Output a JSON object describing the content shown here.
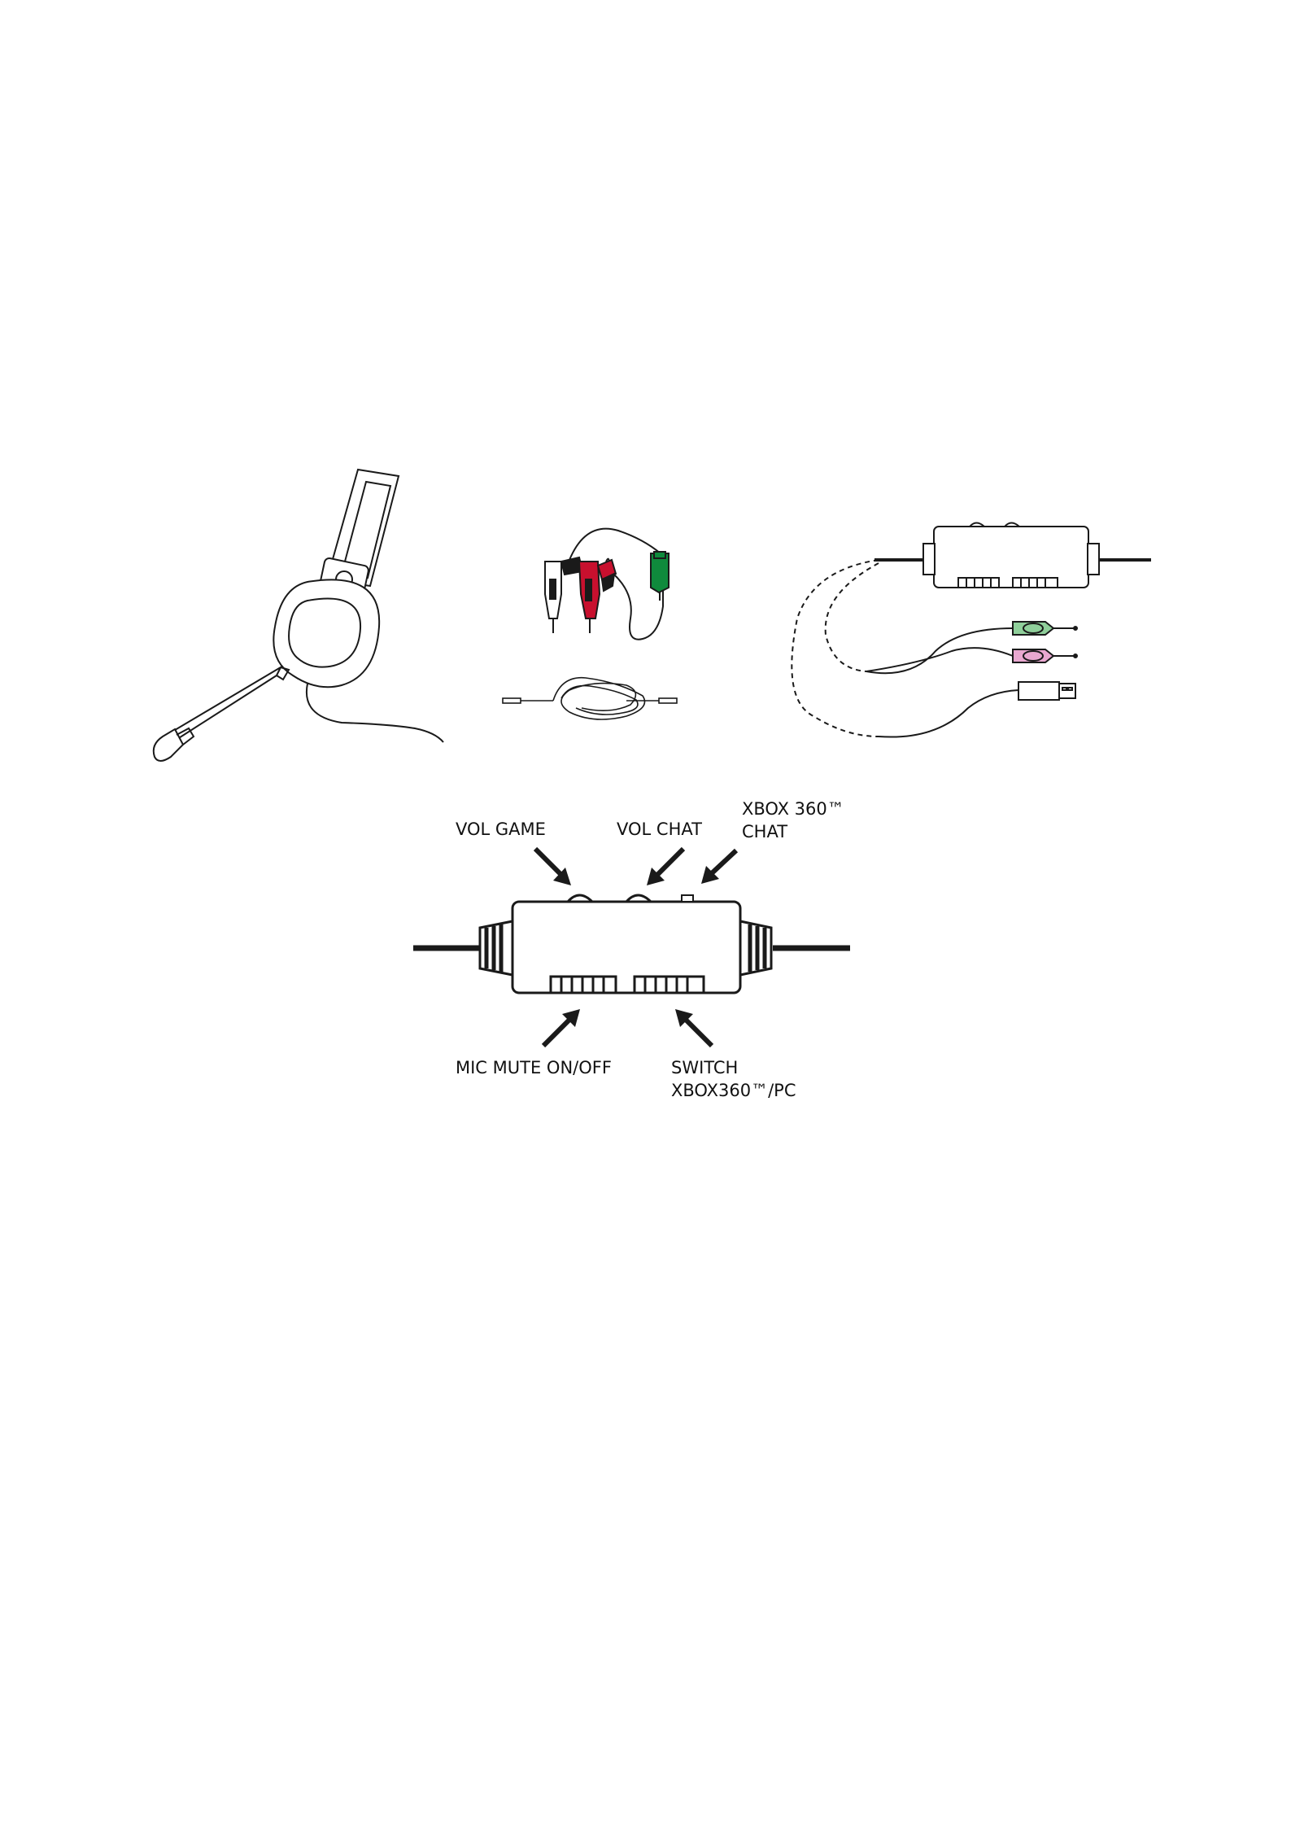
{
  "callouts": {
    "vol_game": "VOL GAME",
    "vol_chat": "VOL CHAT",
    "xbox_chat_line1": "XBOX 360™",
    "xbox_chat_line2": "CHAT",
    "mic_mute": "MIC MUTE ON/OFF",
    "switch_line1": "SWITCH",
    "switch_line2": "XBOX360™/PC"
  },
  "colors": {
    "line": "#1a1a1a",
    "red_plug": "#c8102e",
    "green_plug": "#0f8a3c",
    "green_jack": "#8fcf9a",
    "pink_jack": "#e9a8d0"
  },
  "icons": {
    "headset": "headset-with-boom-mic-icon",
    "rca_adapter": "rca-y-adapter-cable-icon",
    "aux_cable": "coiled-3.5mm-cable-icon",
    "inline_control": "inline-control-box-with-pc-plugs-icon",
    "control_box": "control-box-closeup-icon",
    "arrow": "callout-arrow-icon"
  }
}
